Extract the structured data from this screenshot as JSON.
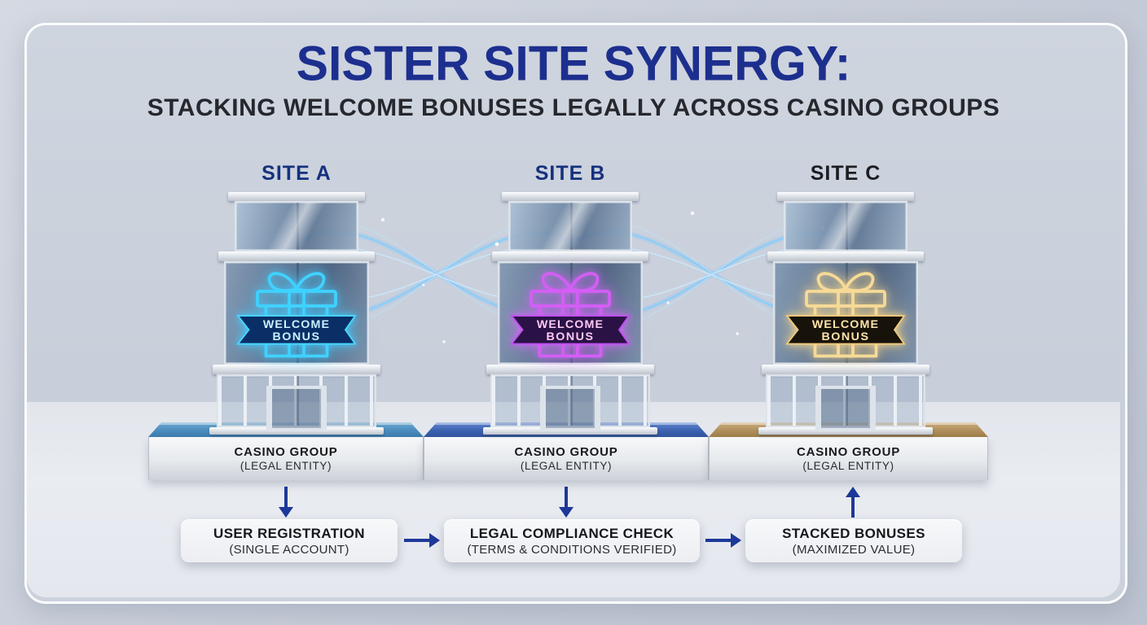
{
  "page": {
    "title": "SISTER SITE SYNERGY:",
    "subtitle": "STACKING WELCOME BONUSES LEGALLY ACROSS CASINO GROUPS"
  },
  "colors": {
    "title": "#1d2f8e",
    "subtitle": "#26282d",
    "arrow": "#1d3899",
    "panel_background": "#cbd1dc",
    "floor": "#e7eaef"
  },
  "icons": {
    "gift": "gift-icon",
    "arrow_down": "down-arrow",
    "arrow_up": "up-arrow",
    "arrow_right": "right-arrow"
  },
  "sites": [
    {
      "label": "SITE A",
      "label_color": "#15317e",
      "neon": {
        "stroke": "#3fd2ff",
        "banner_fill": "#0a2f66",
        "banner_stroke": "#49d6ff",
        "text_color": "#c9f3ff",
        "line1": "WELCOME",
        "line2": "BONUS"
      },
      "platform": {
        "accent": "#4a8cbd",
        "label": "CASINO GROUP",
        "sublabel": "(LEGAL ENTITY)"
      }
    },
    {
      "label": "SITE B",
      "label_color": "#15317e",
      "neon": {
        "stroke": "#d45ef5",
        "banner_fill": "#2a1246",
        "banner_stroke": "#c14ff0",
        "text_color": "#ffc9f4",
        "line1": "WELCOME",
        "line2": "BONUS"
      },
      "platform": {
        "accent": "#3c62b0",
        "label": "CASINO GROUP",
        "sublabel": "(LEGAL ENTITY)"
      }
    },
    {
      "label": "SITE C",
      "label_color": "#1b1d22",
      "neon": {
        "stroke": "#f6da96",
        "banner_fill": "#17120a",
        "banner_stroke": "#eec87e",
        "text_color": "#ffe4a8",
        "line1": "WELCOME",
        "line2": "BONUS"
      },
      "platform": {
        "accent": "#b08f5c",
        "label": "CASINO GROUP",
        "sublabel": "(LEGAL ENTITY)"
      }
    }
  ],
  "flow": {
    "steps": [
      {
        "title": "USER REGISTRATION",
        "subtitle": "(SINGLE ACCOUNT)"
      },
      {
        "title": "LEGAL COMPLIANCE CHECK",
        "subtitle": "(TERMS & CONDITIONS VERIFIED)"
      },
      {
        "title": "STACKED BONUSES",
        "subtitle": "(MAXIMIZED VALUE)"
      }
    ],
    "vertical_connectors": [
      "down",
      "down",
      "up"
    ],
    "horizontal_connectors": [
      "right",
      "right"
    ]
  }
}
